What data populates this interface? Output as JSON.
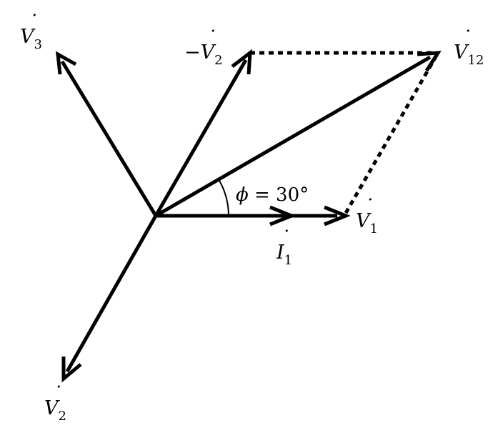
{
  "diagram": {
    "vectors": {
      "v1": {
        "main": "V",
        "sub": "1",
        "dot": true,
        "minus": ""
      },
      "v2": {
        "main": "V",
        "sub": "2",
        "dot": true,
        "minus": ""
      },
      "v3": {
        "main": "V",
        "sub": "3",
        "dot": true,
        "minus": ""
      },
      "neg_v2": {
        "main": "V",
        "sub": "2",
        "dot": true,
        "minus": "−"
      },
      "v12": {
        "main": "V",
        "sub": "12",
        "dot": true,
        "minus": ""
      },
      "i1": {
        "main": "I",
        "sub": "1",
        "dot": true,
        "minus": ""
      }
    },
    "angle": {
      "symbol": "ϕ",
      "text": " = 30°",
      "degrees": 30
    },
    "colors": {
      "stroke": "#000000",
      "background": "#ffffff"
    }
  }
}
